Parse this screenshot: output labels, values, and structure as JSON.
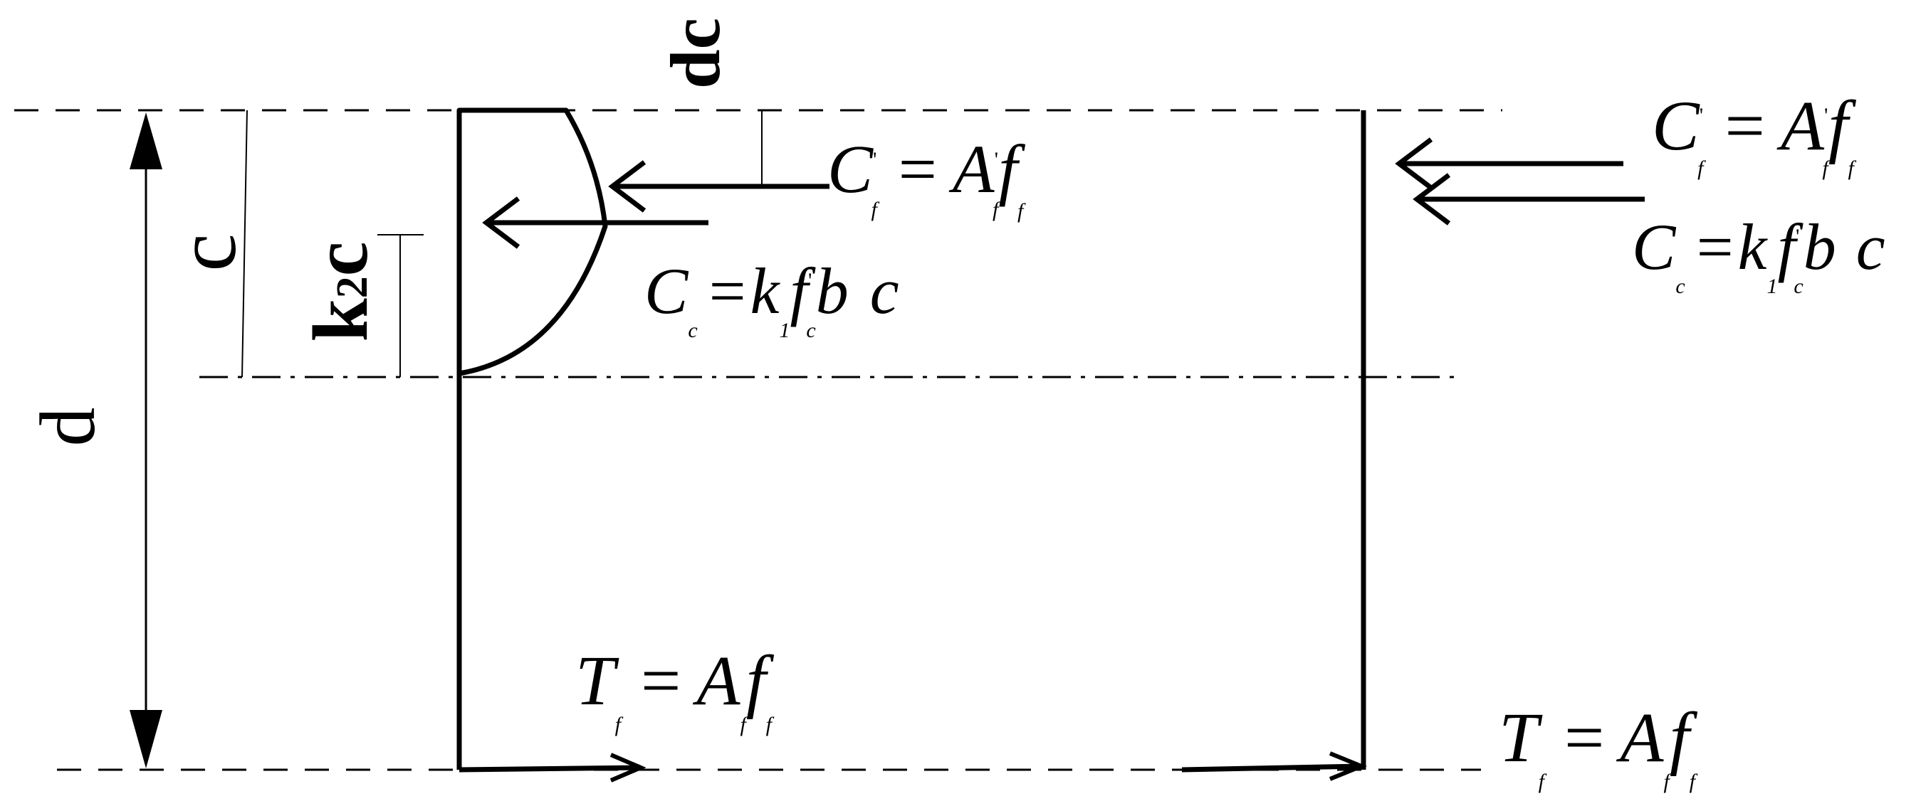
{
  "dimensions": {
    "d": "d",
    "c": "c",
    "k2c_k": "k",
    "k2c_sub": "2",
    "k2c_c": "c",
    "dc": "dc"
  },
  "equations": {
    "cf_left": {
      "lhs": "C",
      "lhs_sup": "'",
      "lhs_sub": "f",
      "eq": "=",
      "a": "A",
      "a_sup": "'",
      "a_sub": "f",
      "f": "f",
      "f_sub": "f"
    },
    "cc_left": {
      "lhs": "C",
      "lhs_sub": "c",
      "eq": "=",
      "k": "k",
      "k_sub": "1",
      "f": "f",
      "f_sup": "'",
      "f_sub": "c",
      "b": "b",
      "c": "c"
    },
    "tf_left": {
      "lhs": "T",
      "lhs_sub": "f",
      "eq": "=",
      "a": "A",
      "a_sub": "f",
      "f": "f",
      "f_sub": "f"
    },
    "cf_right": {
      "lhs": "C",
      "lhs_sup": "'",
      "lhs_sub": "f",
      "eq": "=",
      "a": "A",
      "a_sup": "'",
      "a_sub": "f",
      "f": "f",
      "f_sub": "f"
    },
    "cc_right": {
      "lhs": "C",
      "lhs_sub": "c",
      "eq": "=",
      "k": "k",
      "k_sub": "1",
      "f": "f",
      "f_sup": "'",
      "f_sub": "c",
      "b": "b",
      "c": "c"
    },
    "tf_right": {
      "lhs": "T",
      "lhs_sub": "f",
      "eq": "=",
      "a": "A",
      "a_sub": "f",
      "f": "f",
      "f_sub": "f"
    }
  }
}
